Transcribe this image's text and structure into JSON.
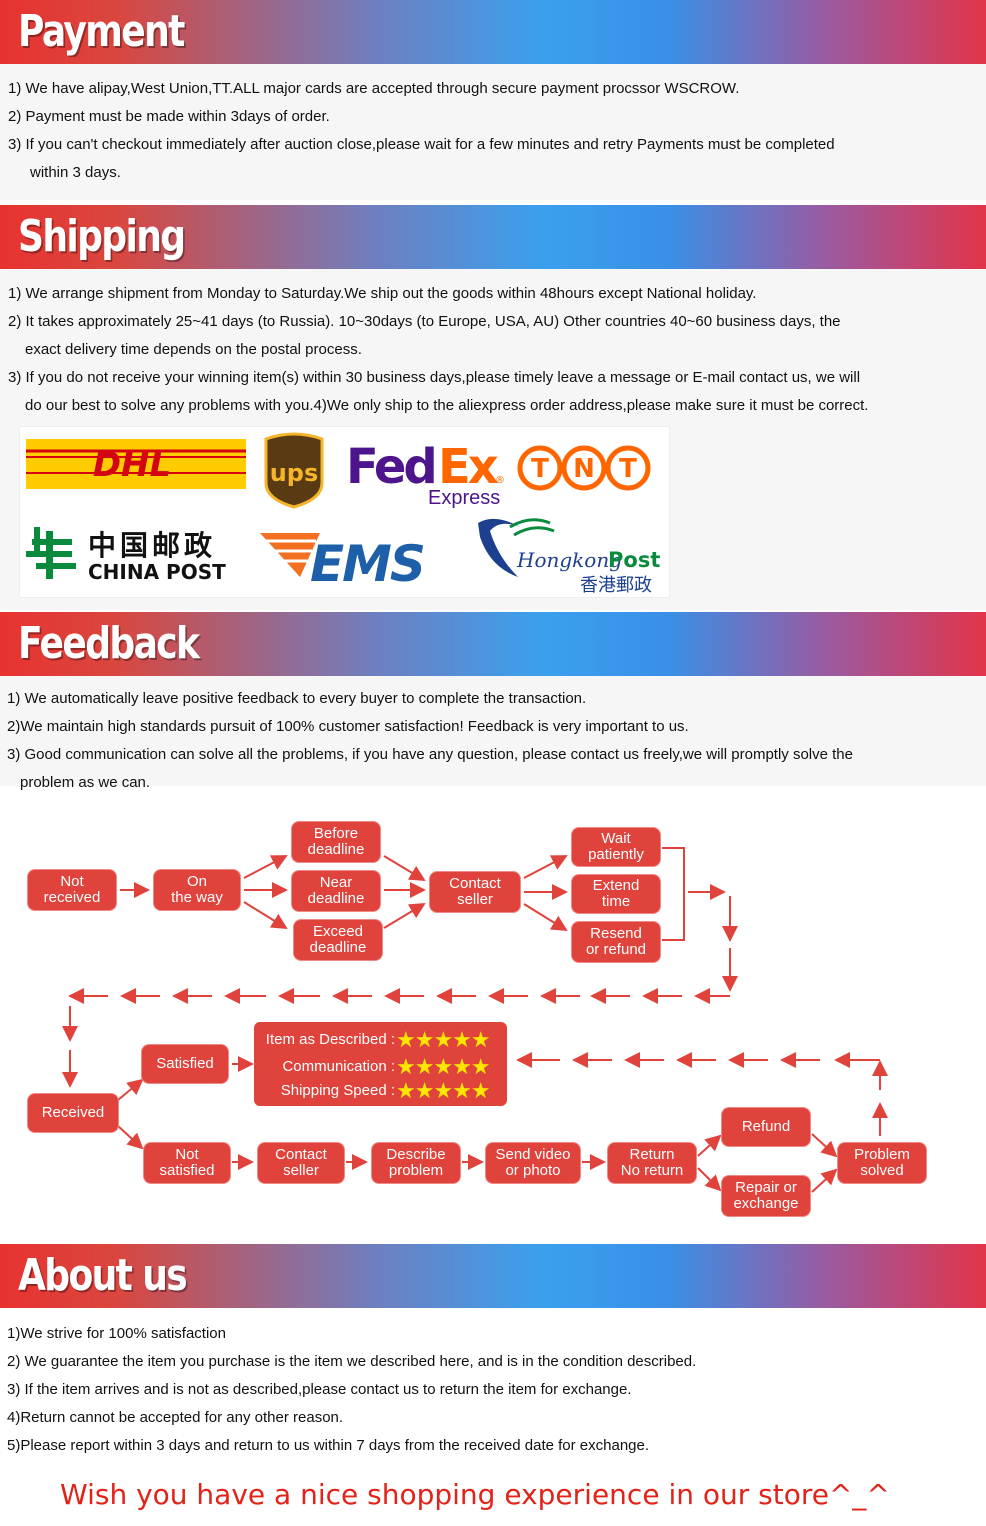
{
  "payment": {
    "title": "Payment",
    "lines": [
      "1) We have alipay,West Union,TT.ALL major cards are accepted through secure payment procssor WSCROW.",
      "2) Payment must be made within 3days of order.",
      "3) If you can't checkout immediately after auction close,please wait for a few minutes and retry Payments must be completed",
      "within 3 days."
    ]
  },
  "shipping": {
    "title": "Shipping",
    "lines": [
      "1) We arrange shipment from Monday to Saturday.We ship out the goods within 48hours except National holiday.",
      "2) It takes approximately 25~41 days (to Russia). 10~30days (to Europe, USA, AU) Other countries 40~60 business days, the",
      "exact delivery time depends on the postal process.",
      "3) If you do not receive your winning item(s) within 30 business days,please timely leave a message or E-mail contact us, we will",
      "do our best to solve any problems with you.4)We only ship to the aliexpress order address,please make sure it must be correct."
    ],
    "logos": {
      "dhl": "DHL",
      "ups": "ups",
      "fedex_fed": "Fed",
      "fedex_ex": "Ex",
      "fedex_reg": "®",
      "fedex_express": "Express",
      "tnt": [
        "T",
        "N",
        "T"
      ],
      "chinapost_cn": "中国邮政",
      "chinapost_en": "CHINA POST",
      "ems": "EMS",
      "hkpost_a": "Hongkong",
      "hkpost_b": "Post",
      "hkpost_cn": "香港郵政"
    }
  },
  "feedback": {
    "title": "Feedback",
    "lines": [
      "1) We automatically leave positive feedback to every buyer to complete the transaction.",
      "2)We maintain high standards pursuit of 100% customer satisfaction! Feedback is very important to us.",
      "3) Good communication can solve all the problems, if you have any question, please contact us freely,we will promptly solve the",
      "problem as we can."
    ]
  },
  "flow": {
    "not_received": [
      "Not",
      "received"
    ],
    "on_the_way": [
      "On",
      "the way"
    ],
    "before_deadline": [
      "Before",
      "deadline"
    ],
    "near_deadline": [
      "Near",
      "deadline"
    ],
    "exceed_deadline": [
      "Exceed",
      "deadline"
    ],
    "contact_seller_1": [
      "Contact",
      "seller"
    ],
    "wait_patiently": [
      "Wait",
      "patiently"
    ],
    "extend_time": [
      "Extend",
      "time"
    ],
    "resend_or_refund": [
      "Resend",
      "or refund"
    ],
    "received": "Received",
    "satisfied": "Satisfied",
    "not_satisfied": [
      "Not",
      "satisfied"
    ],
    "contact_seller_2": [
      "Contact",
      "seller"
    ],
    "describe_problem": [
      "Describe",
      "problem"
    ],
    "send_video": [
      "Send video",
      "or photo"
    ],
    "return_no_return": [
      "Return",
      "No return"
    ],
    "refund": "Refund",
    "repair_or_exchange": [
      "Repair or",
      "exchange"
    ],
    "problem_solved": [
      "Problem",
      "solved"
    ],
    "ratings": [
      {
        "label": "Item as Described :",
        "stars": 5
      },
      {
        "label": "Communication :",
        "stars": 5
      },
      {
        "label": "Shipping Speed :",
        "stars": 5
      }
    ],
    "colors": {
      "box": "#e0423c",
      "arrow": "#e0423c",
      "star": "#ffe600"
    }
  },
  "about": {
    "title": "About us",
    "lines": [
      "1)We strive for 100% satisfaction",
      "2) We guarantee the item you purchase is the item we described here, and is in the condition described.",
      "3) If the item arrives and is not as described,please contact us to return the item for exchange.",
      "4)Return cannot be accepted for any other reason.",
      "5)Please report within 3 days and return to us within 7 days from the received date for exchange."
    ]
  },
  "closing": "Wish you have a nice shopping experience in our store^_^"
}
